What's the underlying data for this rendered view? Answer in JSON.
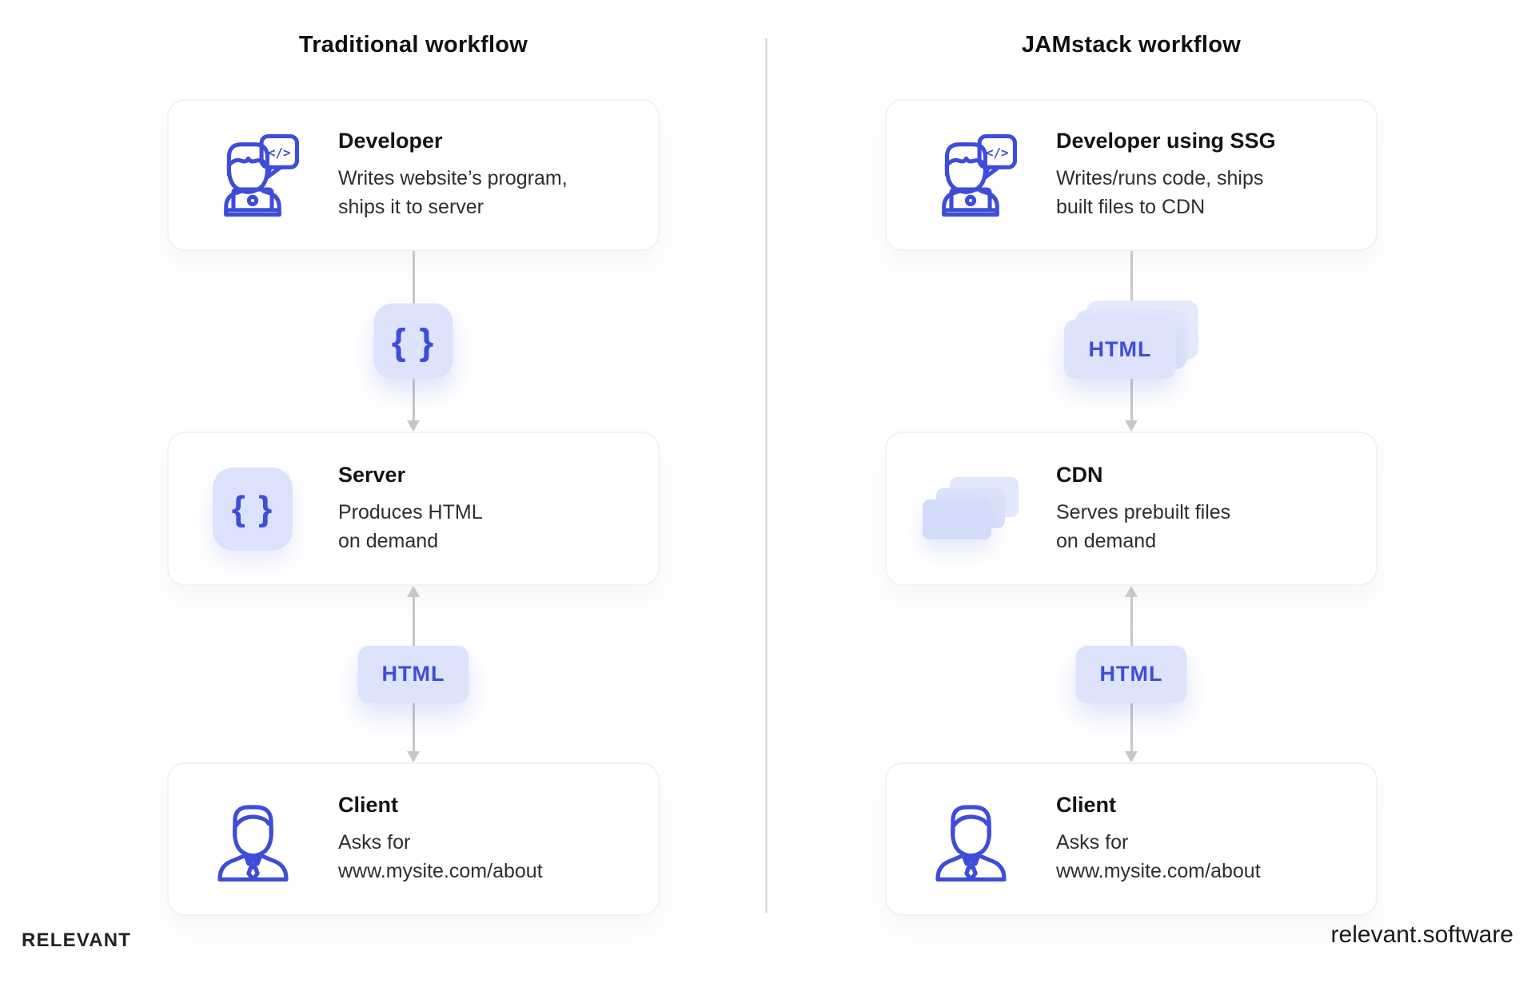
{
  "colors": {
    "accent_blue": "#3E4DD8",
    "badge_background": "#DCE3FB",
    "arrow_gray": "#C7C7C7",
    "divider_gray": "#E0E0E0",
    "heading_text": "#141414",
    "body_text": "#2e2e2e"
  },
  "icons": {
    "code_glyph": "</>",
    "braces_glyph": "{ }"
  },
  "left": {
    "title": "Traditional workflow",
    "developer": {
      "heading": "Developer",
      "body": "Writes website’s program,\nships it to server"
    },
    "braces_badge": "{ }",
    "server": {
      "icon_glyph": "{ }",
      "heading": "Server",
      "body": "Produces HTML\non demand"
    },
    "html_badge": "HTML",
    "client": {
      "heading": "Client",
      "body": "Asks for\nwww.mysite.com/about"
    }
  },
  "right": {
    "title": "JAMstack workflow",
    "developer": {
      "heading": "Developer using SSG",
      "body": "Writes/runs code, ships\nbuilt files to CDN"
    },
    "html_stack_badge": "HTML",
    "cdn": {
      "heading": "CDN",
      "body": "Serves prebuilt files\non demand"
    },
    "html_badge": "HTML",
    "client": {
      "heading": "Client",
      "body": "Asks for\nwww.mysite.com/about"
    }
  },
  "footer": {
    "logo": "RELEVANT",
    "website": "relevant.software"
  }
}
